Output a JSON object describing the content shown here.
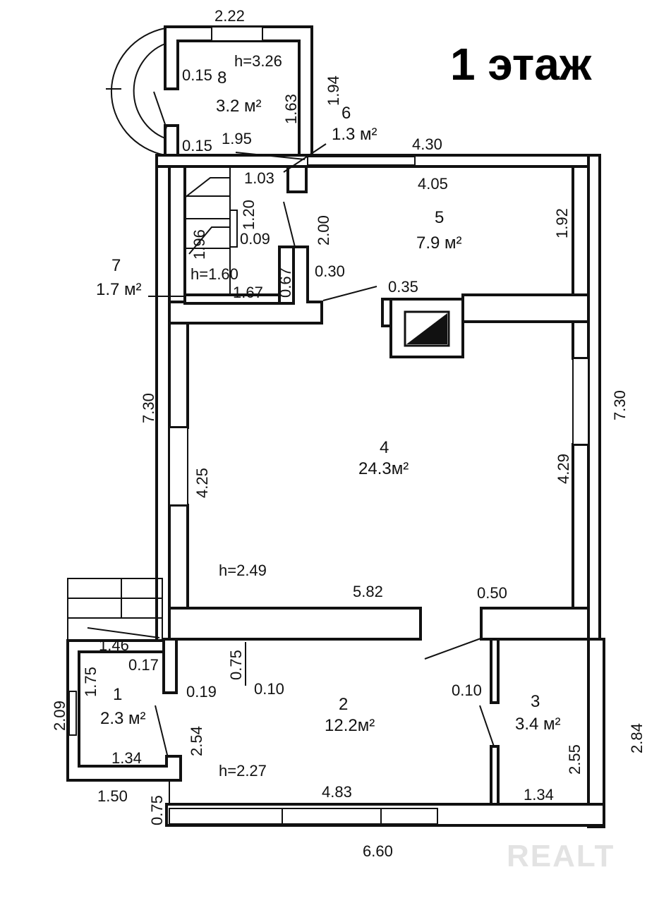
{
  "title": "1 этаж",
  "watermark": "REALT",
  "rooms": [
    {
      "num": "1",
      "area": "2.3 м²"
    },
    {
      "num": "2",
      "area": "12.2м²"
    },
    {
      "num": "3",
      "area": "3.4 м²"
    },
    {
      "num": "4",
      "area": "24.3м²"
    },
    {
      "num": "5",
      "area": "7.9 м²"
    },
    {
      "num": "6",
      "area": "1.3 м²"
    },
    {
      "num": "7",
      "area": "1.7 м²"
    },
    {
      "num": "8",
      "area": "3.2 м²"
    }
  ],
  "heights": {
    "room8": "h=3.26",
    "room7": "h=1.60",
    "room4": "h=2.49",
    "room2": "h=2.27"
  },
  "dims": {
    "d_2_22": "2.22",
    "d_0_15a": "0.15",
    "d_1_63": "1.63",
    "d_1_94": "1.94",
    "d_0_15b": "0.15",
    "d_1_95": "1.95",
    "d_4_30": "4.30",
    "d_1_03": "1.03",
    "d_4_05": "4.05",
    "d_1_20": "1.20",
    "d_1_96": "1.96",
    "d_0_09": "0.09",
    "d_2_00": "2.00",
    "d_1_92": "1.92",
    "d_0_67": "0.67",
    "d_0_30": "0.30",
    "d_1_67": "1.67",
    "d_0_35": "0.35",
    "d_7_30l": "7.30",
    "d_7_30r": "7.30",
    "d_4_25": "4.25",
    "d_4_29": "4.29",
    "d_5_82": "5.82",
    "d_0_50": "0.50",
    "d_1_46": "1.46",
    "d_0_17": "0.17",
    "d_0_75a": "0.75",
    "d_1_75": "1.75",
    "d_0_19": "0.19",
    "d_0_10a": "0.10",
    "d_0_10b": "0.10",
    "d_2_09": "2.09",
    "d_2_54": "2.54",
    "d_2_55": "2.55",
    "d_2_84": "2.84",
    "d_1_34a": "1.34",
    "d_1_50": "1.50",
    "d_4_83": "4.83",
    "d_1_34b": "1.34",
    "d_0_75b": "0.75",
    "d_6_60": "6.60"
  }
}
